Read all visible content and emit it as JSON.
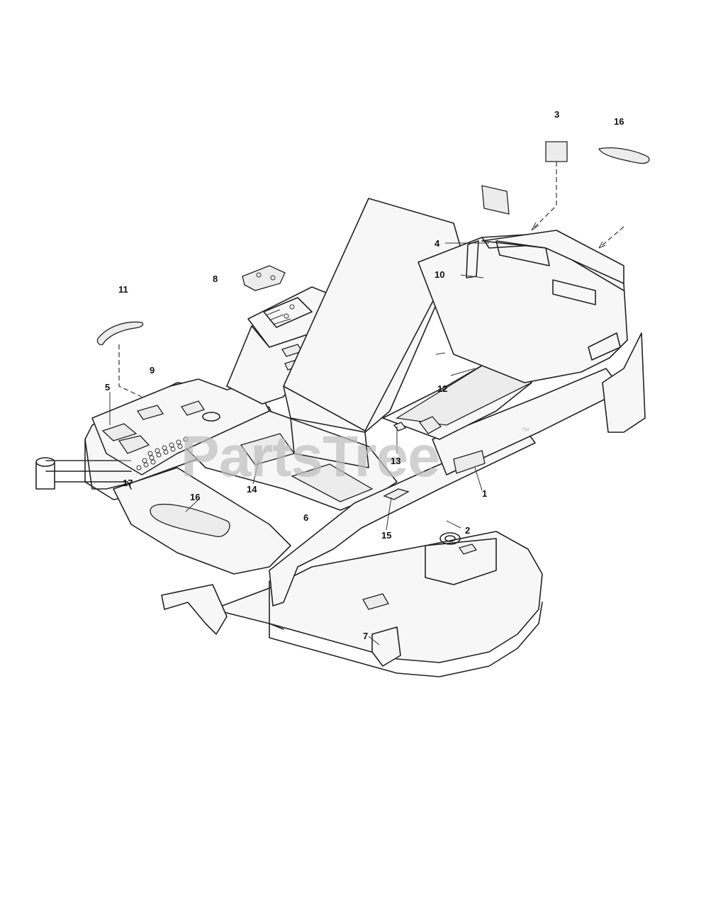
{
  "callouts": {
    "c1": "1",
    "c2": "2",
    "c3": "3",
    "c4": "4",
    "c5": "5",
    "c6": "6",
    "c7": "7",
    "c8": "8",
    "c9": "9",
    "c10": "10",
    "c11": "11",
    "c12": "12",
    "c13": "13",
    "c14": "14",
    "c15": "15",
    "c16a": "16",
    "c16b": "16",
    "c17": "17"
  },
  "watermark": {
    "text": "PartsTree",
    "tm": "™"
  }
}
